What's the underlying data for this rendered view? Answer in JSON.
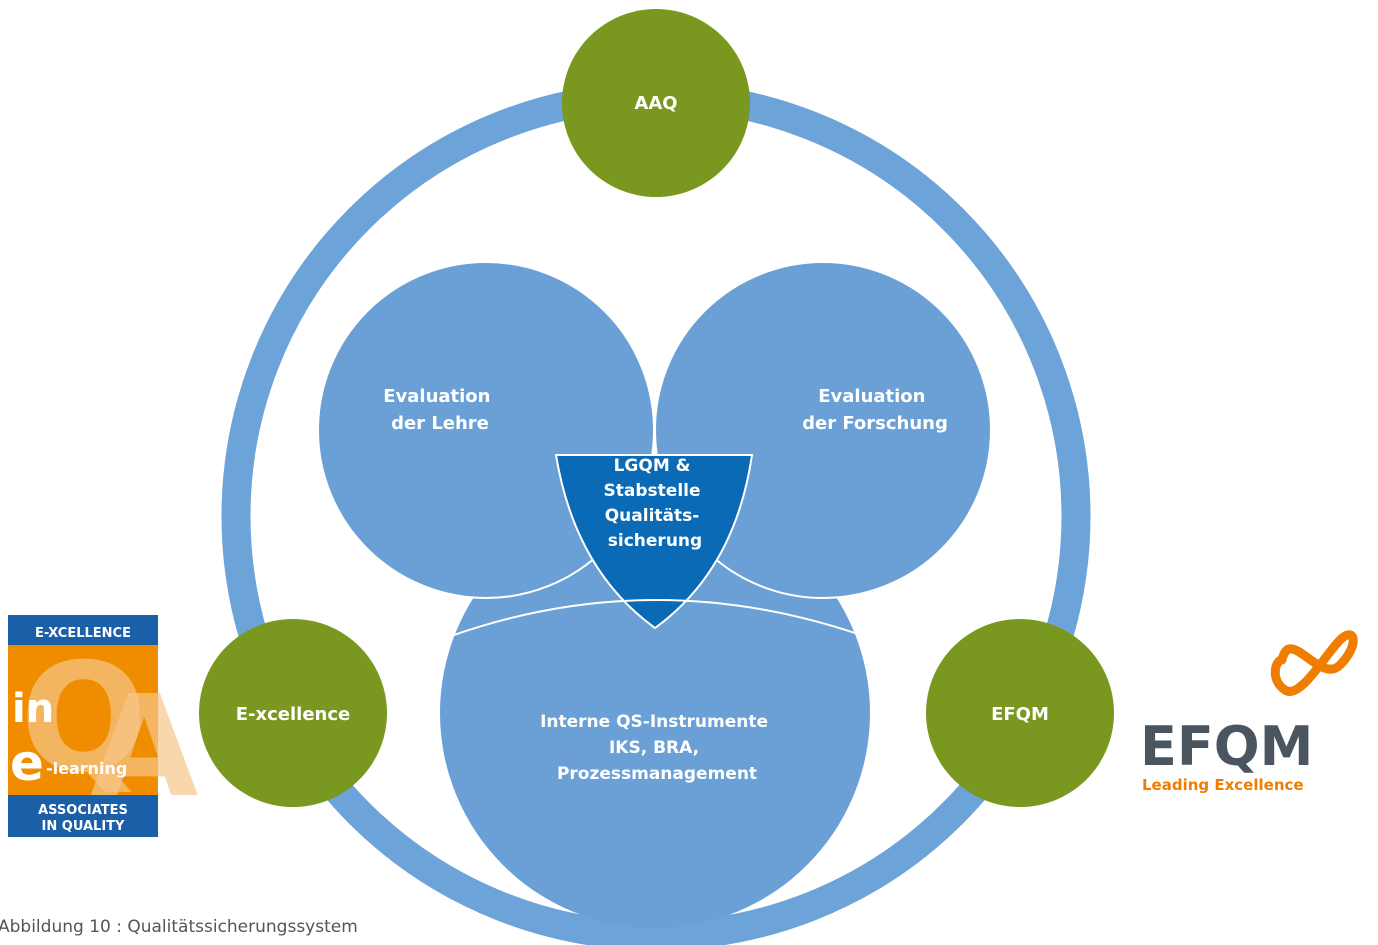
{
  "nodes": {
    "aaq": "AAQ",
    "excellence": "E-xcellence",
    "efqm": "EFQM"
  },
  "venn": {
    "lehre": [
      "Evaluation",
      "der Lehre"
    ],
    "forschung": [
      "Evaluation",
      "der Forschung"
    ],
    "interne": [
      "Interne QS-Instrumente",
      "IKS, BRA,",
      "Prozessmanagement"
    ],
    "center": [
      "LGQM &",
      "Stabstelle",
      "Qualitäts-",
      "sicherung"
    ]
  },
  "logos": {
    "excellence": {
      "top": "E-XCELLENCE",
      "in": "in",
      "e": "e",
      "learning": "-learning",
      "bottom1": "ASSOCIATES",
      "bottom2": "IN QUALITY"
    },
    "efqm": {
      "name": "EFQM",
      "tagline": "Leading Excellence"
    }
  },
  "caption": "Abbildung 10 : Qualitätssicherungssystem",
  "colors": {
    "ring": "#6ca3d8",
    "circle": "#6ba0d6",
    "center": "#0a6ab5",
    "node": "#7a981f",
    "excellence_orange": "#f08c00",
    "excellence_blue": "#1b5fa8",
    "efqm_grey": "#4b5560",
    "efqm_orange": "#ef7d00"
  }
}
